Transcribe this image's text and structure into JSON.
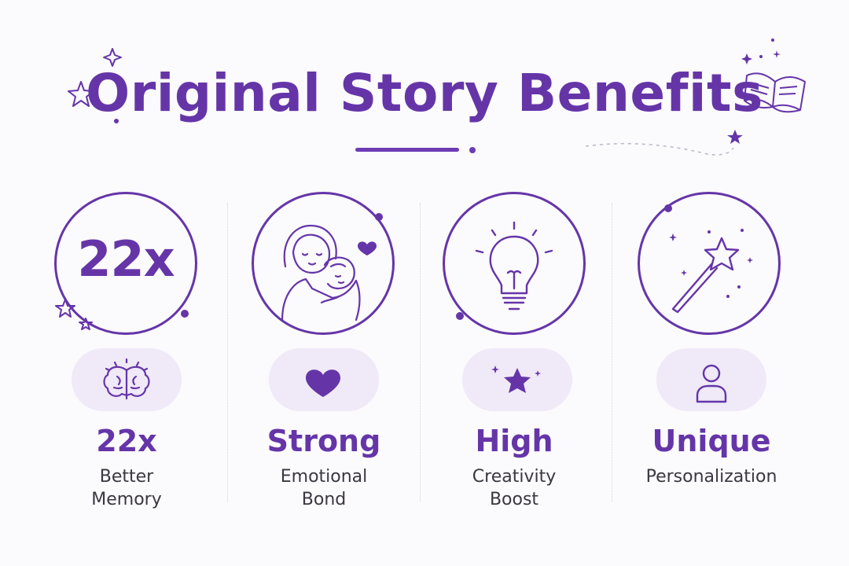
{
  "title": "Original Story Benefits",
  "colors": {
    "accent": "#6535a8",
    "pill_bg": "#efe9f8",
    "text": "#3a3740"
  },
  "benefits": [
    {
      "circle_icon": "number-22x",
      "circle_text": "22x",
      "pill_icon": "brain-icon",
      "stat": "22x",
      "line1": "Better",
      "line2": "Memory"
    },
    {
      "circle_icon": "parent-child-hug-icon",
      "pill_icon": "heart-icon",
      "stat": "Strong",
      "line1": "Emotional",
      "line2": "Bond"
    },
    {
      "circle_icon": "lightbulb-icon",
      "pill_icon": "star-sparkle-icon",
      "stat": "High",
      "line1": "Creativity",
      "line2": "Boost"
    },
    {
      "circle_icon": "magic-wand-icon",
      "pill_icon": "person-icon",
      "stat": "Unique",
      "line1": "Personalization",
      "line2": ""
    }
  ]
}
